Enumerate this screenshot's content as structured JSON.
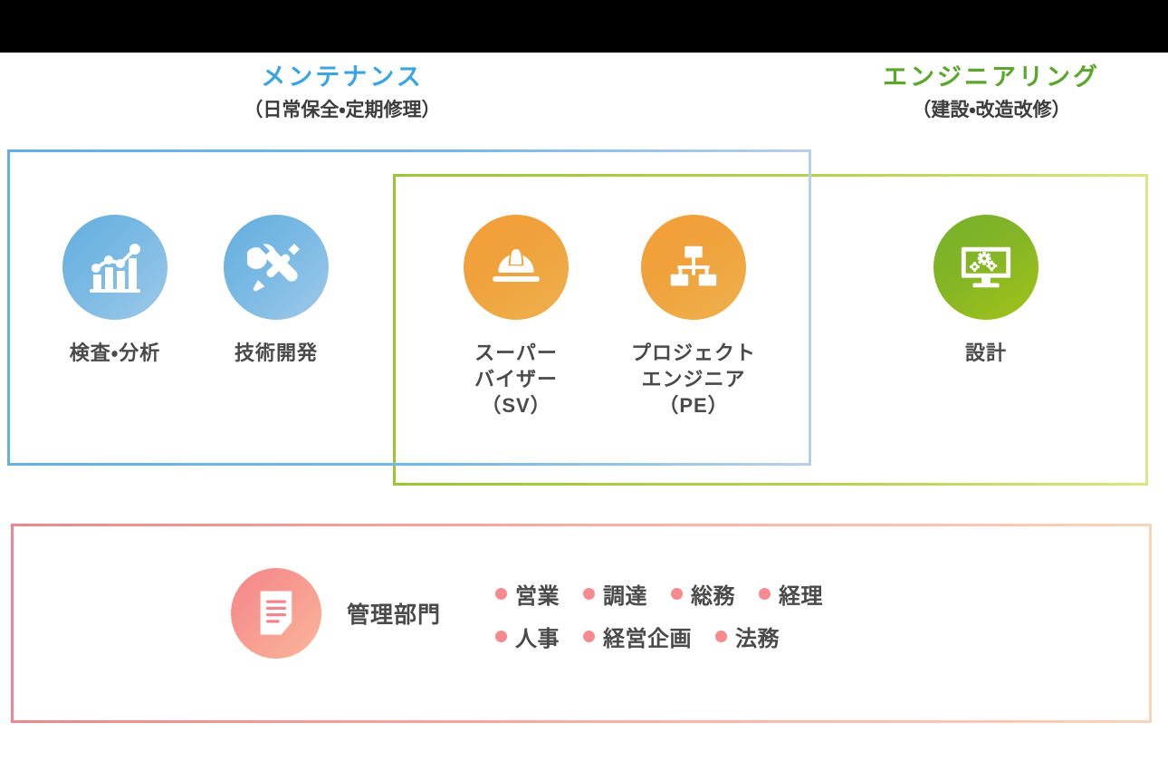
{
  "headings": [
    {
      "title": "メンテナンス",
      "sub": "（日常保全・定期修理）",
      "color": "#3aa5e0"
    },
    {
      "title": "エンジニアリング",
      "sub": "（建設・改造改修）",
      "color": "#5aa72c"
    }
  ],
  "boxes": {
    "maintenance": {
      "name": "メンテナンス",
      "border_color": "#6cb4e4"
    },
    "engineering": {
      "name": "エンジニアリング",
      "border_color": "#a8ca3c"
    },
    "admin": {
      "name": "管理部門",
      "border_color": "#f59aa2"
    }
  },
  "items": [
    {
      "id": "inspection",
      "label": "検査・分析",
      "icon": "bar-chart-icon",
      "color": "#63aede"
    },
    {
      "id": "tech",
      "label": "技術開発",
      "icon": "tools-icon",
      "color": "#63aede"
    },
    {
      "id": "sv",
      "label": "スーパー\nバイザー\n（SV）",
      "icon": "hard-hat-icon",
      "color": "#f3a03a"
    },
    {
      "id": "pe",
      "label": "プロジェクト\nエンジニア\n（PE）",
      "icon": "org-chart-icon",
      "color": "#f3a03a"
    },
    {
      "id": "design",
      "label": "設計",
      "icon": "monitor-gears-icon",
      "color": "#76b12a"
    }
  ],
  "admin": {
    "label": "管理部門",
    "icon": "document-icon",
    "color": "#f4848c",
    "dot_color": "#f78a8e",
    "tag_rows": [
      [
        "営業",
        "調達",
        "総務",
        "経理"
      ],
      [
        "人事",
        "経営企画",
        "法務"
      ]
    ]
  }
}
